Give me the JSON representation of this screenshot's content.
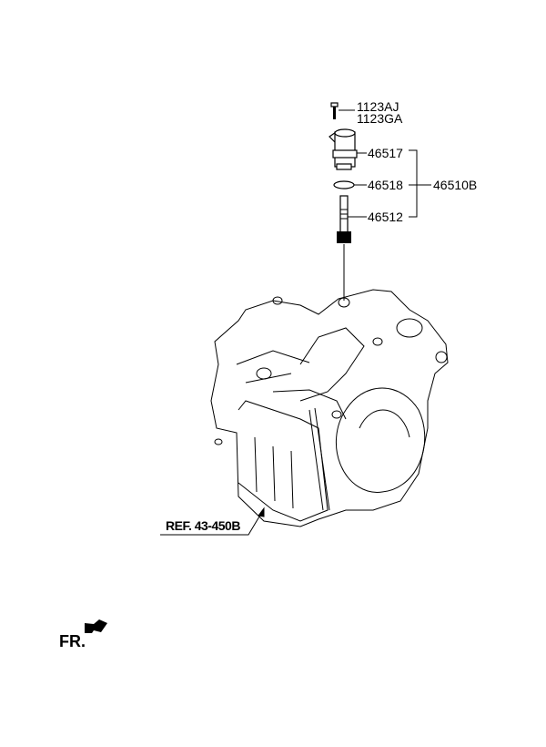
{
  "diagram": {
    "parts": {
      "bolt_1": "1123AJ",
      "bolt_2": "1123GA",
      "sensor": "46517",
      "o_ring": "46518",
      "shaft": "46512",
      "assembly": "46510B"
    },
    "reference": "REF. 43-450B",
    "direction": "FR.",
    "icons": {
      "front_arrow": "arrow-icon"
    }
  }
}
